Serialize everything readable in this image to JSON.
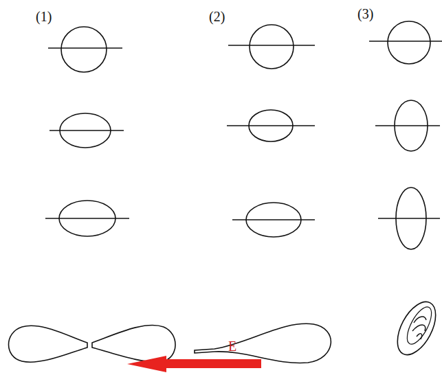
{
  "diagram": {
    "labels": [
      "(1)",
      "(2)",
      "(3)",
      "E"
    ]
  }
}
